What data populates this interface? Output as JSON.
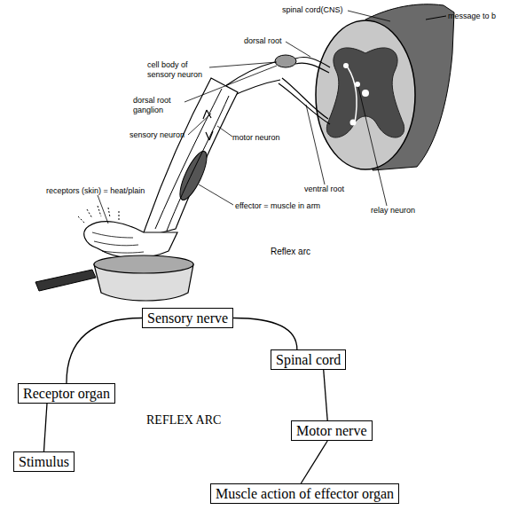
{
  "diagram": {
    "nodes": [
      {
        "text": [
          "Sensory nerve"
        ]
      },
      {
        "text": [
          "Spinal cord"
        ]
      },
      {
        "text": [
          "Receptor organ"
        ]
      },
      {
        "text": [
          "Motor nerve"
        ]
      },
      {
        "text": [
          "Stimulus"
        ]
      },
      {
        "text": [
          "Muscle action of effector organ"
        ]
      }
    ],
    "edges": [
      {
        "from": 4,
        "to": 2,
        "arrow": "none"
      },
      {
        "from": 2,
        "to": 0,
        "arrow": "none"
      },
      {
        "from": 0,
        "to": 1,
        "arrow": "none"
      },
      {
        "from": 1,
        "to": 3,
        "arrow": "none"
      },
      {
        "from": 3,
        "to": 5,
        "arrow": "none"
      }
    ],
    "labels": [
      "spinal cord(CNS)",
      "message to b",
      "dorsal root",
      "cell body of sensory neuron",
      "dorsal root ganglion",
      "sensory neuron",
      "motor neuron",
      "receptors (skin) = heat/plain",
      "effector = muscle in arm",
      "ventral root",
      "relay neuron",
      "Reflex arc",
      "REFLEX ARC"
    ]
  }
}
